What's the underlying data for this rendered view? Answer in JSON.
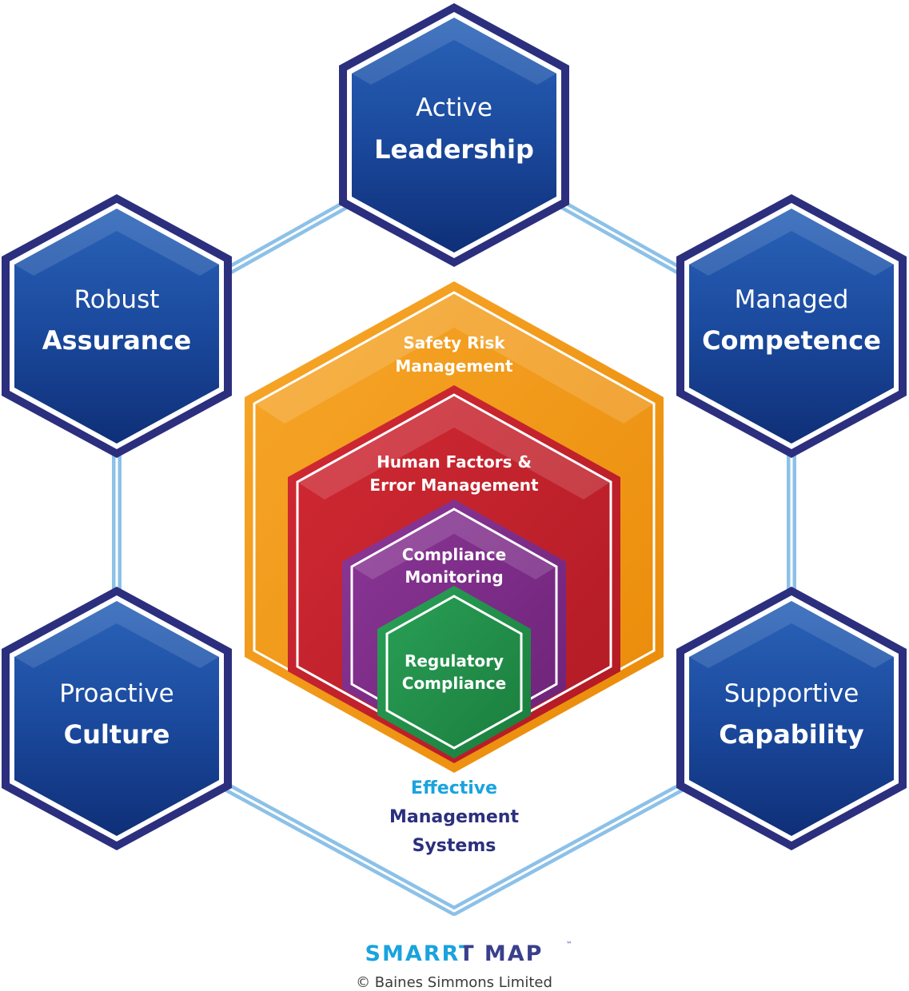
{
  "pillars": {
    "leadership": {
      "line1": "Active",
      "line2": "Leadership"
    },
    "assurance": {
      "line1": "Robust",
      "line2": "Assurance"
    },
    "competence": {
      "line1": "Managed",
      "line2": "Competence"
    },
    "culture": {
      "line1": "Proactive",
      "line2": "Culture"
    },
    "capability": {
      "line1": "Supportive",
      "line2": "Capability"
    }
  },
  "layers": {
    "safety_risk": {
      "line1": "Safety Risk",
      "line2": "Management"
    },
    "human_factors": {
      "line1": "Human Factors &",
      "line2": "Error Management"
    },
    "compliance_monitoring": {
      "line1": "Compliance",
      "line2": "Monitoring"
    },
    "regulatory": {
      "line1": "Regulatory",
      "line2": "Compliance"
    }
  },
  "center_caption": {
    "line1": "Effective",
    "line2": "Management",
    "line3": "Systems"
  },
  "logo": {
    "text": "SMARRT MAP",
    "trademark": "™",
    "copyright": "© Baines Simmons Limited"
  },
  "colors": {
    "pillar_blue": "#1d4aa0",
    "pillar_dark": "#2b2f7e",
    "connector": "#8cc1e8",
    "safety_orange": "#f0950f",
    "human_red": "#c0202a",
    "compliance_purple": "#7a2a86",
    "regulatory_green": "#1f8a45",
    "caption_cyan": "#1aa3de",
    "caption_navy": "#2b2f7e"
  }
}
